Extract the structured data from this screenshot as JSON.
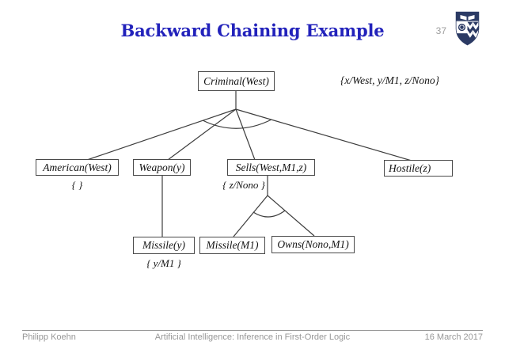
{
  "header": {
    "title": "Backward Chaining Example",
    "page_number": "37",
    "logo": "johns-hopkins-shield-icon"
  },
  "colors": {
    "title_blue": "#2222bb",
    "logo_navy": "#2b3a64",
    "edge_gray": "#3d3d3d",
    "footer_gray": "#979797"
  },
  "diagram": {
    "root_substitution": "{x/West, y/M1, z/Nono}",
    "nodes": {
      "criminal": "Criminal(West)",
      "american": "American(West)",
      "weapon": "Weapon(y)",
      "sells": "Sells(West,M1,z)",
      "hostile": "Hostile(z)",
      "missile_y": "Missile(y)",
      "missile_m1": "Missile(M1)",
      "owns": "Owns(Nono,M1)"
    },
    "substitutions": {
      "american": "{ }",
      "sells": "{ z/Nono }",
      "missile_y": "{ y/M1 }"
    }
  },
  "footer": {
    "author": "Philipp Koehn",
    "course": "Artificial Intelligence: Inference in First-Order Logic",
    "date": "16 March 2017"
  }
}
